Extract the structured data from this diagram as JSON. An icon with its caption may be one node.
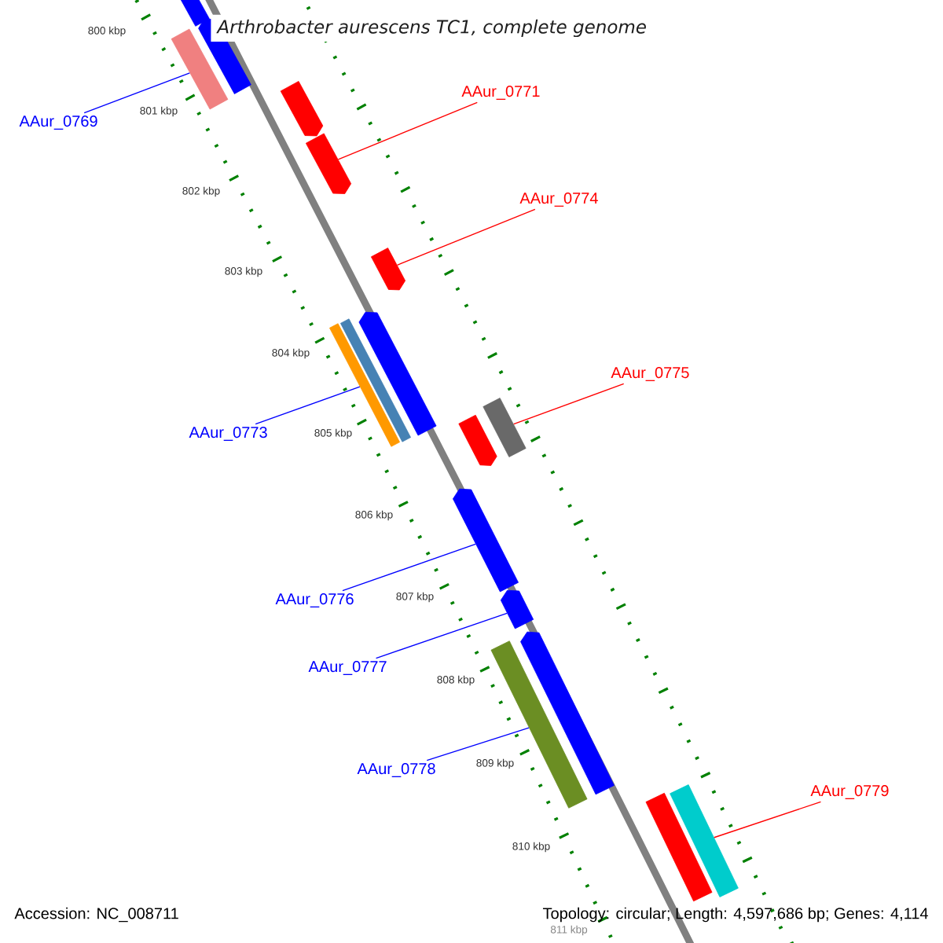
{
  "diagram": {
    "title": "*Arthrobacter aurescens* TC1, complete genome",
    "nodes": [
      {
        "text": [],
        "shape": "bar"
      },
      {
        "text": [],
        "shape": "bar"
      },
      {
        "text": [],
        "shape": "arrow"
      },
      {
        "text": [],
        "shape": "arrow"
      },
      {
        "text": [],
        "shape": "arrow"
      },
      {
        "text": [],
        "shape": "arrow"
      },
      {
        "text": [],
        "shape": "bar"
      },
      {
        "text": [],
        "shape": "bar"
      },
      {
        "text": [],
        "shape": "arrow"
      },
      {
        "text": [],
        "shape": "arrow"
      },
      {
        "text": [],
        "shape": "bar"
      },
      {
        "text": [],
        "shape": "arrow"
      },
      {
        "text": [],
        "shape": "arrow"
      },
      {
        "text": [],
        "shape": "bar"
      },
      {
        "text": [],
        "shape": "arrow"
      },
      {
        "text": [],
        "shape": "bar"
      },
      {
        "text": [],
        "shape": "bar"
      },
      {
        "text": [
          "AAur_0771"
        ]
      },
      {
        "text": [
          "AAur_0769"
        ]
      },
      {
        "text": [
          "AAur_0774"
        ]
      },
      {
        "text": [
          "AAur_0775"
        ]
      },
      {
        "text": [
          "AAur_0773"
        ]
      },
      {
        "text": [
          "AAur_0776"
        ]
      },
      {
        "text": [
          "AAur_0777"
        ]
      },
      {
        "text": [
          "AAur_0778"
        ]
      },
      {
        "text": [
          "AAur_0779"
        ]
      }
    ],
    "edges": [
      {
        "from": 17,
        "to": 4,
        "arrow": "none",
        "color": "#ff0000"
      },
      {
        "from": 18,
        "to": 1,
        "arrow": "none"
      },
      {
        "from": 19,
        "to": 5,
        "arrow": "none",
        "color": "#ff0000"
      },
      {
        "from": 20,
        "to": 10,
        "arrow": "none",
        "color": "#ff0000"
      },
      {
        "from": 21,
        "to": 6,
        "arrow": "none"
      },
      {
        "from": 22,
        "to": 11,
        "arrow": "none"
      },
      {
        "from": 23,
        "to": 12,
        "arrow": "none"
      },
      {
        "from": 24,
        "to": 13,
        "arrow": "none"
      },
      {
        "from": 25,
        "to": 16,
        "arrow": "none",
        "color": "#ff0000"
      }
    ],
    "labels": [
      "800 kbp",
      "801 kbp",
      "802 kbp",
      "803 kbp",
      "804 kbp",
      "805 kbp",
      "806 kbp",
      "807 kbp",
      "808 kbp",
      "809 kbp",
      "810 kbp",
      "811 kbp",
      "Accession: NC_008711",
      "Topology: circular; Length: 4,597,686 bp; Genes: 4,114"
    ]
  }
}
